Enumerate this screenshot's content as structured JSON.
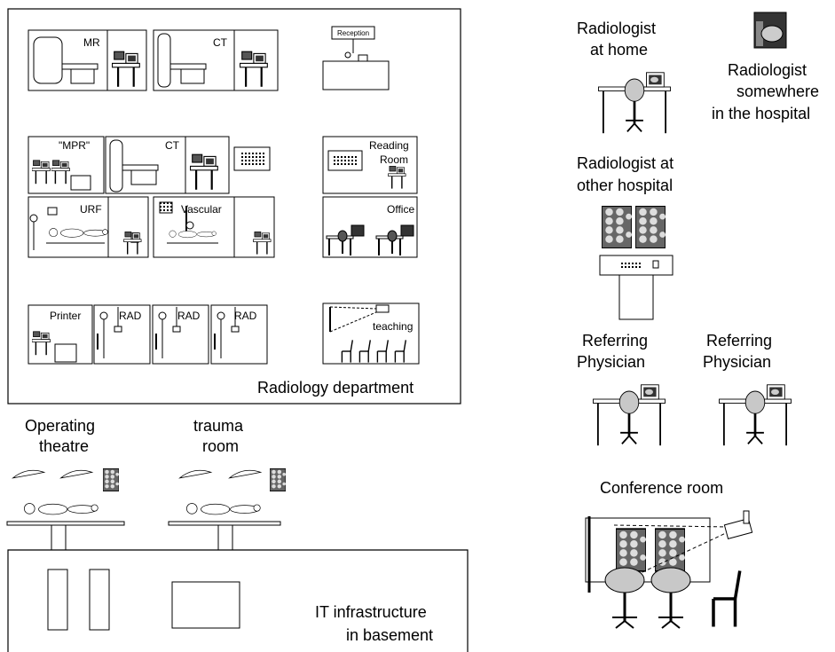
{
  "radiology": {
    "rooms": {
      "mr": "MR",
      "ct1": "CT",
      "reception": "Reception",
      "mpr": "\"MPR\"",
      "ct2": "CT",
      "reading_room_line1": "Reading",
      "reading_room_line2": "Room",
      "urf": "URF",
      "vascular": "Vascular",
      "office": "Office",
      "printer": "Printer",
      "rad1": "RAD",
      "rad2": "RAD",
      "rad3": "RAD",
      "teaching": "teaching"
    },
    "label": "Radiology department"
  },
  "operating": {
    "line1": "Operating",
    "line2": "theatre"
  },
  "trauma": {
    "line1": "trauma",
    "line2": "room"
  },
  "basement": {
    "line1": "IT infrastructure",
    "line2": "in basement"
  },
  "right": {
    "home": {
      "line1": "Radiologist",
      "line2": "at home"
    },
    "somewhere": {
      "line1": "Radiologist",
      "line2": "somewhere",
      "line3": "in the hospital"
    },
    "other_hospital": {
      "line1": "Radiologist at",
      "line2": "other hospital"
    },
    "referring1": {
      "line1": "Referring",
      "line2": "Physician"
    },
    "referring2": {
      "line1": "Referring",
      "line2": "Physician"
    },
    "conference": "Conference room"
  },
  "colors": {
    "stroke": "#000000",
    "fill_gray": "#c8c8c8",
    "fill_dark": "#404040"
  }
}
